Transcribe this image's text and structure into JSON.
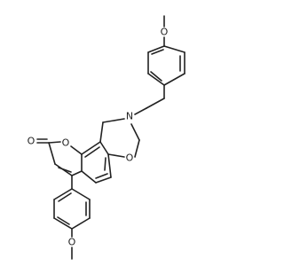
{
  "atom_labels": {
    "methoxy_top_oxygen": "O",
    "ring_nitrogen": "N",
    "pyranone_ring_oxygen": "O",
    "oxazine_ring_oxygen": "O",
    "carbonyl_oxygen": "O",
    "methoxy_bottom_oxygen": "O"
  }
}
